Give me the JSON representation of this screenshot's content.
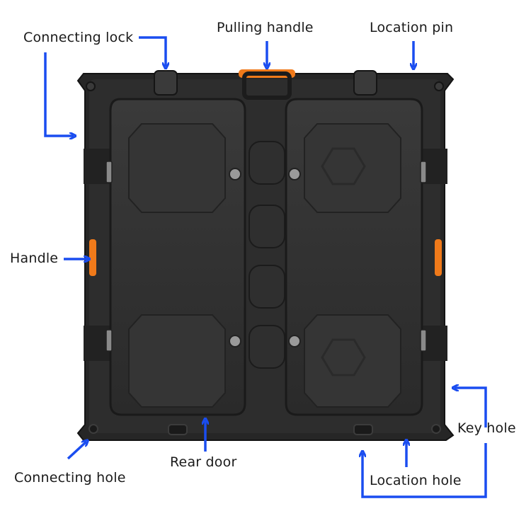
{
  "labels": {
    "connecting_lock": "Connecting lock",
    "pulling_handle": "Pulling handle",
    "location_pin": "Location pin",
    "handle": "Handle",
    "key_hole": "Key hole",
    "connecting_hole": "Connecting hole",
    "rear_door": "Rear door",
    "location_hole": "Location hole"
  },
  "colors": {
    "arrow": "#1a4df0",
    "cabinet": "#2b2b2b",
    "cabinet_dark": "#1c1c1c",
    "panel": "#323232",
    "handle_accent": "#f07a1a"
  }
}
